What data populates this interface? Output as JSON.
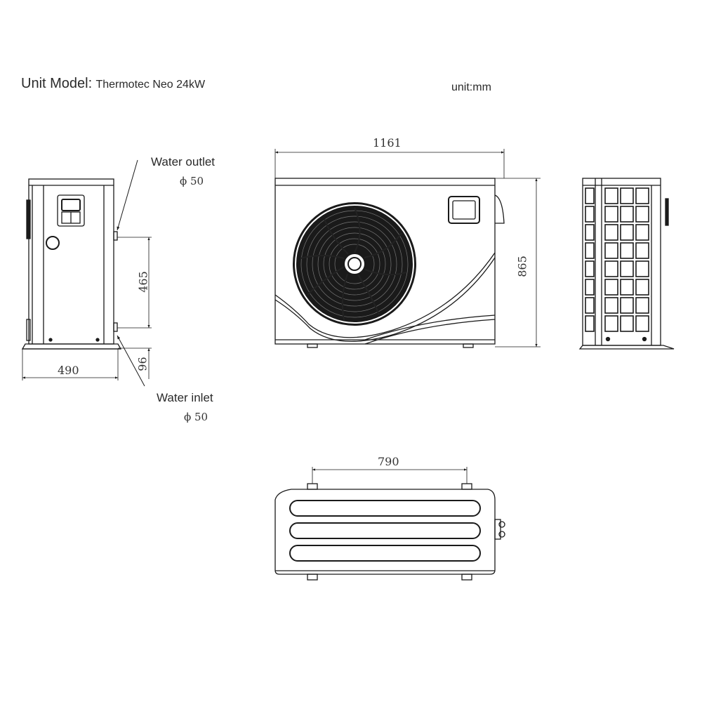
{
  "header": {
    "model_label": "Unit Model:",
    "model_value": "Thermotec Neo 24kW",
    "unit": "unit:mm"
  },
  "side_view_left": {
    "water_outlet_label": "Water outlet",
    "water_outlet_diameter": "ϕ 50",
    "water_inlet_label": "Water inlet",
    "water_inlet_diameter": "ϕ 50",
    "dim_depth": "490",
    "dim_outlet_to_inlet": "465",
    "dim_inlet_height": "96"
  },
  "front_view": {
    "dim_width": "1161",
    "dim_height": "865"
  },
  "top_view": {
    "dim_mount_spacing": "790"
  },
  "colors": {
    "line": "#1a1a1a",
    "dimension": "#333333",
    "background": "#ffffff"
  }
}
